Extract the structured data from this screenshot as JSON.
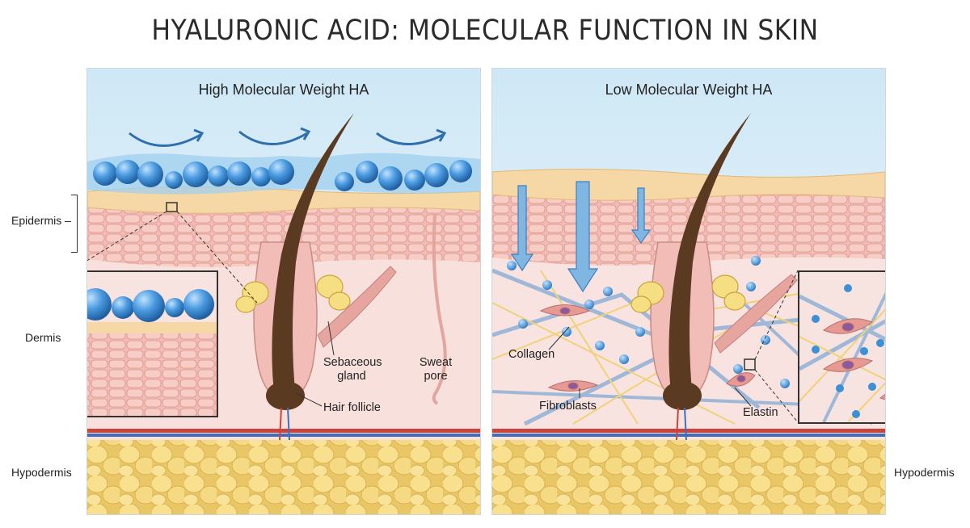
{
  "title": "HYALURONIC ACID: MOLECULAR FUNCTION IN SKIN",
  "left_panel": {
    "title": "High Molecular Weight HA",
    "labels": {
      "sebaceous_gland": "Sebaceous gland",
      "sweat_pore": "Sweat pore",
      "hair_follicle": "Hair follicle"
    }
  },
  "right_panel": {
    "title": "Low Molecular Weight HA",
    "labels": {
      "collagen": "Collagen",
      "fibroblasts": "Fibroblasts",
      "elastin": "Elastin"
    }
  },
  "side_labels": {
    "epidermis": "Epidermis",
    "dermis": "Dermis",
    "hypodermis_left": "Hypodermis",
    "hypodermis_right": "Hypodermis"
  },
  "colors": {
    "sky": "#d7ecf7",
    "ha_molecule": "#3d8fd6",
    "epidermis": "#f2bdb6",
    "dermis": "#f8e3e0",
    "hypodermis": "#f6dc86",
    "hair": "#5b3a22",
    "collagen": "#9fb8d8",
    "elastin": "#f0d27a"
  }
}
